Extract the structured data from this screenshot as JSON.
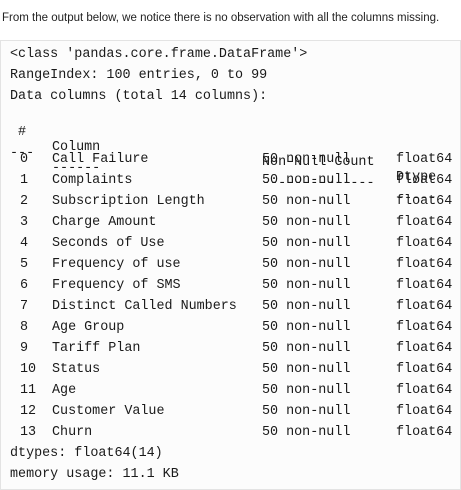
{
  "intro_text": "From the output below, we notice there is no observation with all the columns missing.",
  "output": {
    "class_line": "<class 'pandas.core.frame.DataFrame'>",
    "range_index": "RangeIndex: 100 entries, 0 to 99",
    "data_columns": "Data columns (total 14 columns):",
    "headers": {
      "index": "#",
      "column": "Column",
      "non_null": "Non-Null Count",
      "dtype": "Dtype"
    },
    "separators": {
      "index": "---",
      "column": "------",
      "non_null": "--------------",
      "dtype": "-----"
    },
    "rows": [
      {
        "index": "0",
        "column": "Call Failure",
        "non_null": "50 non-null",
        "dtype": "float64"
      },
      {
        "index": "1",
        "column": "Complaints",
        "non_null": "50 non-null",
        "dtype": "float64"
      },
      {
        "index": "2",
        "column": "Subscription Length",
        "non_null": "50 non-null",
        "dtype": "float64"
      },
      {
        "index": "3",
        "column": "Charge Amount",
        "non_null": "50 non-null",
        "dtype": "float64"
      },
      {
        "index": "4",
        "column": "Seconds of Use",
        "non_null": "50 non-null",
        "dtype": "float64"
      },
      {
        "index": "5",
        "column": "Frequency of use",
        "non_null": "50 non-null",
        "dtype": "float64"
      },
      {
        "index": "6",
        "column": "Frequency of SMS",
        "non_null": "50 non-null",
        "dtype": "float64"
      },
      {
        "index": "7",
        "column": "Distinct Called Numbers",
        "non_null": "50 non-null",
        "dtype": "float64"
      },
      {
        "index": "8",
        "column": "Age Group",
        "non_null": "50 non-null",
        "dtype": "float64"
      },
      {
        "index": "9",
        "column": "Tariff Plan",
        "non_null": "50 non-null",
        "dtype": "float64"
      },
      {
        "index": "10",
        "column": "Status",
        "non_null": "50 non-null",
        "dtype": "float64"
      },
      {
        "index": "11",
        "column": "Age",
        "non_null": "50 non-null",
        "dtype": "float64"
      },
      {
        "index": "12",
        "column": "Customer Value",
        "non_null": "50 non-null",
        "dtype": "float64"
      },
      {
        "index": "13",
        "column": "Churn",
        "non_null": "50 non-null",
        "dtype": "float64"
      }
    ],
    "dtypes_line": "dtypes: float64(14)",
    "memory_line": "memory usage: 11.1 KB"
  }
}
